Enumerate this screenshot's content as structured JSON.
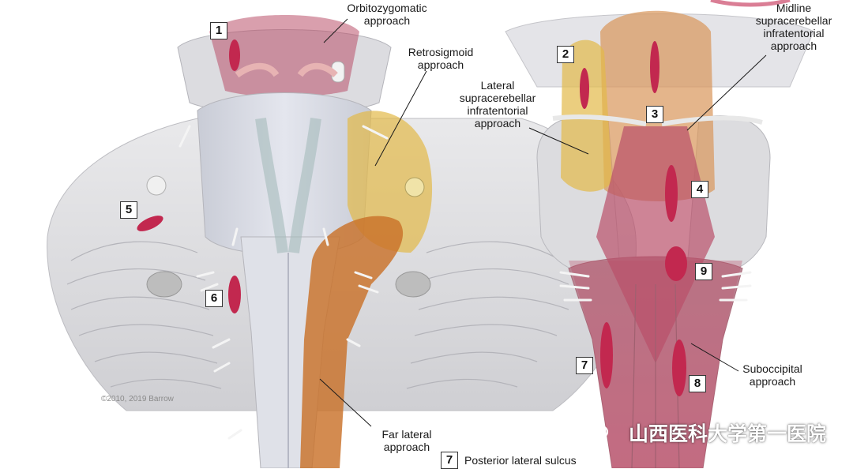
{
  "image": {
    "description_free": true
  },
  "markers": [
    {
      "id": "1",
      "label": "1"
    },
    {
      "id": "2",
      "label": "2"
    },
    {
      "id": "3",
      "label": "3"
    },
    {
      "id": "4",
      "label": "4"
    },
    {
      "id": "5",
      "label": "5"
    },
    {
      "id": "6",
      "label": "6"
    },
    {
      "id": "7a",
      "label": "7"
    },
    {
      "id": "8",
      "label": "8"
    },
    {
      "id": "9",
      "label": "9"
    },
    {
      "id": "7b",
      "label": "7"
    }
  ],
  "labels": {
    "orbitozygomatic": [
      "Orbitozygomatic",
      "approach"
    ],
    "retrosigmoid": [
      "Retrosigmoid",
      "approach"
    ],
    "lateral_sca": [
      "Lateral",
      "supracerebellar",
      "infratentorial",
      "approach"
    ],
    "midline_sca": [
      "Midline",
      "supracerebellar",
      "infratentorial",
      "approach"
    ],
    "suboccipital": [
      "Suboccipital",
      "approach"
    ],
    "far_lateral": [
      "Far lateral",
      "approach"
    ],
    "legend_text": "Posterior lateral sulcus"
  },
  "copyright": "©2010, 2019 Barrow",
  "watermark": "山西医科大学第一医院",
  "colors": {
    "lesion": "#c2284f",
    "orange_approach": "#c9722a",
    "yellow_approach": "#e3b948",
    "pink_approach": "#b9506a",
    "tissue_gray": "#d8d8da"
  }
}
